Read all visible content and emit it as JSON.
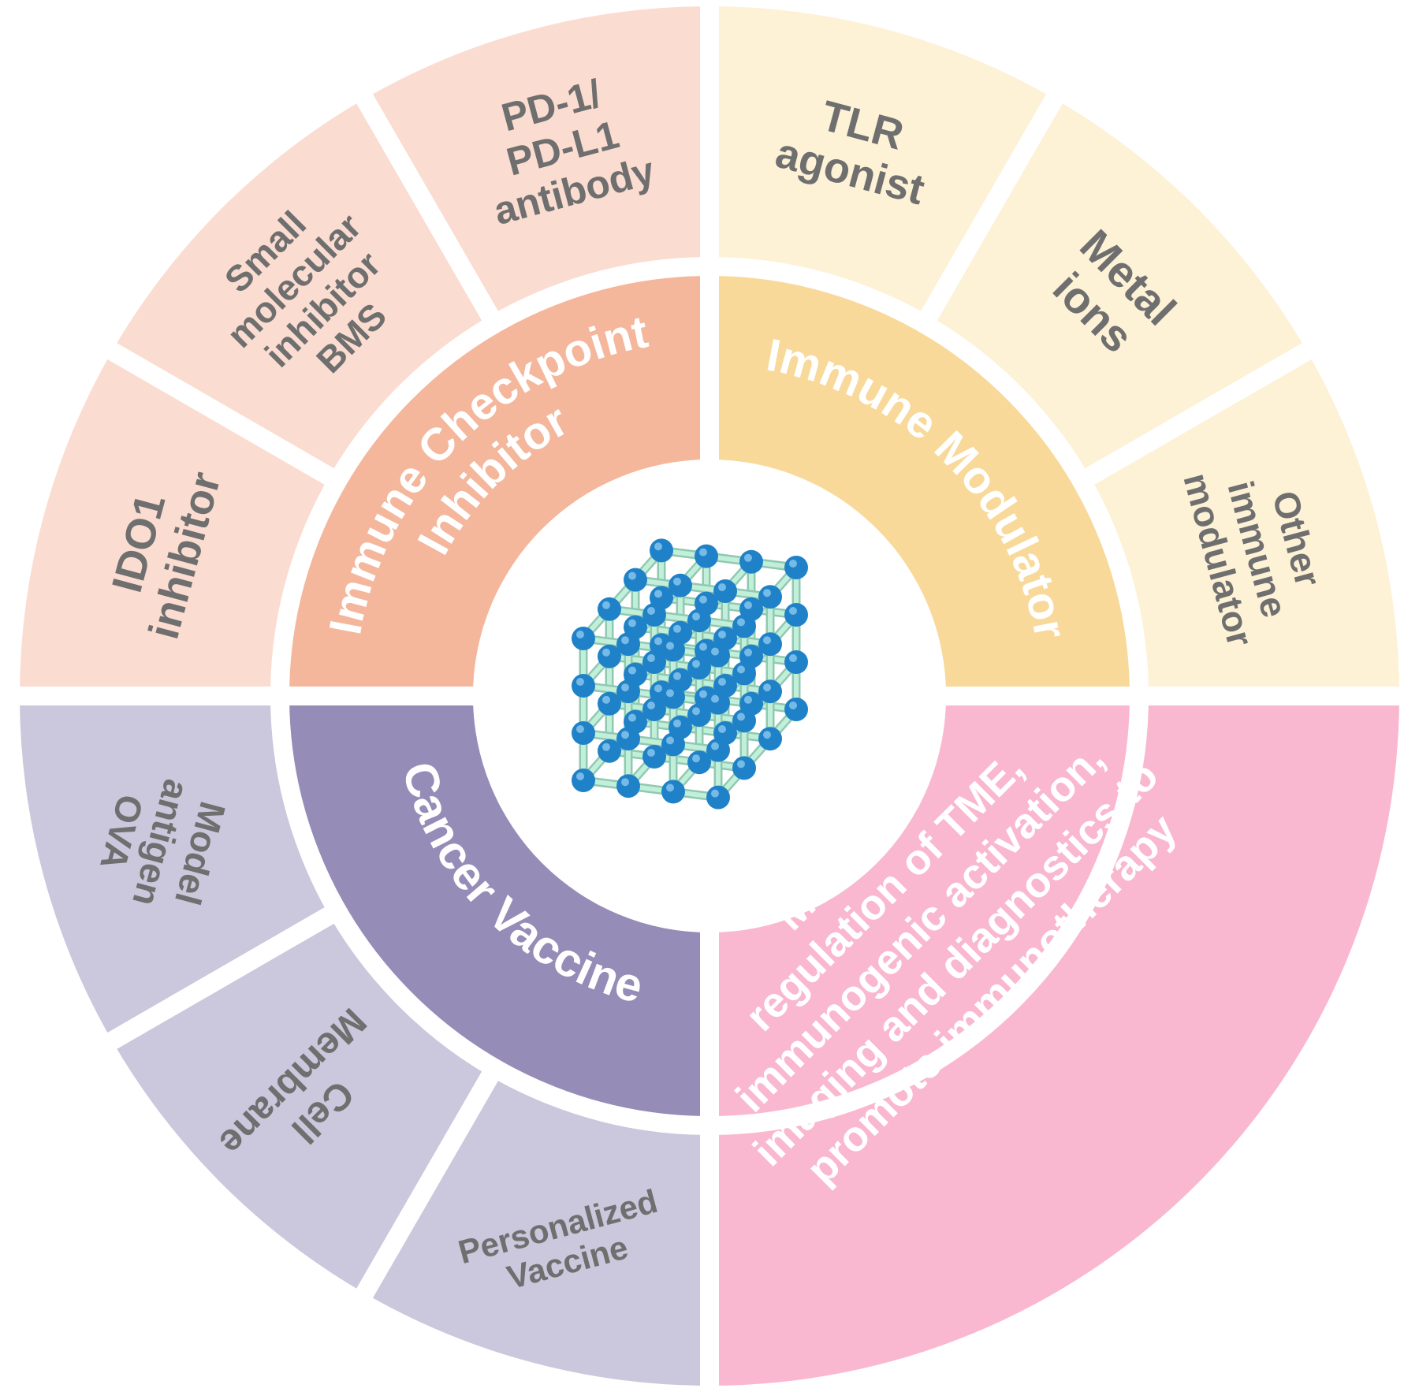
{
  "colors": {
    "checkpoint_outer": "#fbdcd0",
    "checkpoint_inner": "#f4b79c",
    "modulator_outer": "#fdf1d6",
    "modulator_inner": "#f8d99a",
    "vaccine_outer": "#cbc7dc",
    "vaccine_inner": "#958cb7",
    "mofs": "#f9b8cf",
    "outer_text": "#6f6f6f",
    "inner_text": "#ffffff",
    "lattice_rod": "#c2efd9",
    "lattice_node": "#1f82c8"
  },
  "quadrants": {
    "checkpoint": {
      "label": "Immune Checkpoint Inhibitor",
      "label_lines": [
        "Immune Checkpoint",
        "Inhibitor"
      ],
      "segments": [
        {
          "label": "IDO1 inhibitor",
          "lines": [
            "IDO1",
            "inhibitor"
          ]
        },
        {
          "label": "Small molecular inhibitor BMS",
          "lines": [
            "Small",
            "molecular",
            "inhibitor",
            "BMS"
          ]
        },
        {
          "label": "PD-1/ PD-L1 antibody",
          "lines": [
            "PD-1/",
            "PD-L1",
            "antibody"
          ]
        }
      ]
    },
    "modulator": {
      "label": "Immune Modulator",
      "label_lines": [
        "Immune Modulator"
      ],
      "segments": [
        {
          "label": "TLR agonist",
          "lines": [
            "TLR",
            "agonist"
          ]
        },
        {
          "label": "Metal ions",
          "lines": [
            "Metal",
            "ions"
          ]
        },
        {
          "label": "Other immune modulator",
          "lines": [
            "Other",
            "immune",
            "modulator"
          ]
        }
      ]
    },
    "vaccine": {
      "label": "Cancer Vaccine",
      "label_lines": [
        "Cancer Vaccine"
      ],
      "segments": [
        {
          "label": "Model antigen OVA",
          "lines": [
            "Model",
            "antigen",
            "OVA"
          ]
        },
        {
          "label": "Cell Membrane",
          "lines": [
            "Cell",
            "Membrane"
          ]
        },
        {
          "label": "Personalized Vaccine",
          "lines": [
            "Personalized",
            "Vaccine"
          ]
        }
      ]
    },
    "mofs": {
      "label": "MOFs for regulation of TME, immunogenic activation, imaging and diagnostics to promote immunotherapy",
      "label_lines": [
        "MOFs for",
        "regulation of TME,",
        "immunogenic activation,",
        "imaging and diagnostics to",
        "promote immunotherapy"
      ]
    }
  },
  "center": {
    "icon": "mof-lattice-cube-icon"
  }
}
